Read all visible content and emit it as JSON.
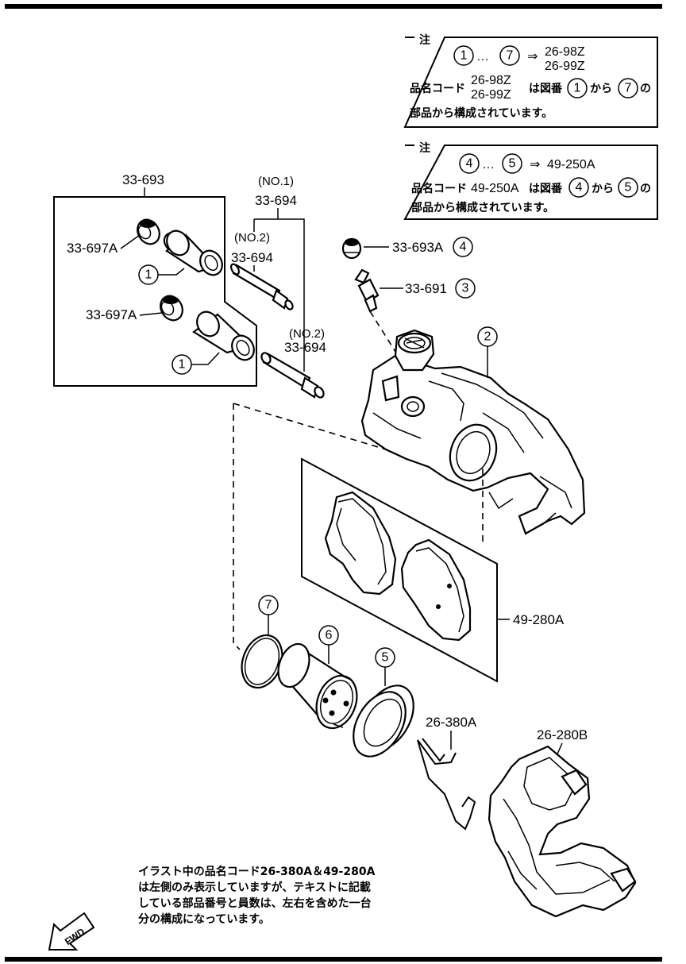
{
  "notes": [
    {
      "header": "注",
      "range_from": "1",
      "range_sep": "…",
      "range_to": "7",
      "arrow": "⇒",
      "codes": [
        "26-98Z",
        "26-99Z"
      ],
      "line2_prefix": "品名コード",
      "line2_codes": [
        "26-98Z",
        "26-99Z"
      ],
      "line2_mid": "は図番",
      "line2_from": "1",
      "line2_kara": "から",
      "line2_to": "7",
      "line2_no": "の",
      "line3": "部品から構成されています。"
    },
    {
      "header": "注",
      "range_from": "4",
      "range_sep": "…",
      "range_to": "5",
      "arrow": "⇒",
      "code": "49-250A",
      "line2_prefix": "品名コード",
      "line2_code": "49-250A",
      "line2_mid": "は図番",
      "line2_from": "4",
      "line2_kara": "から",
      "line2_to": "5",
      "line2_no": "の",
      "line3": "部品から構成されています。"
    }
  ],
  "labels": {
    "kit_33_693": "33-693",
    "no1": "(NO.1)",
    "pin_33_694_a": "33-694",
    "no2_a": "(NO.2)",
    "pin_33_694_b": "33-694",
    "no2_b": "(NO.2)",
    "pin_33_694_c": "33-694",
    "boot_a": "33-697A",
    "boot_b": "33-697A",
    "cap": "33-693A",
    "bleeder": "33-691",
    "pads": "49-280A",
    "spring": "26-380A",
    "bracket": "26-280B"
  },
  "callouts": {
    "c1a": "1",
    "c1b": "1",
    "c2": "2",
    "c3": "3",
    "c4": "4",
    "c5": "5",
    "c6": "6",
    "c7": "7"
  },
  "footnote": [
    "イラスト中の品名コード26-380A＆49-280A",
    "は左側のみ表示していますが、テキストに記載",
    "している部品番号と員数は、左右を含めた一台",
    "分の構成になっています。"
  ],
  "fwd": "FWD"
}
